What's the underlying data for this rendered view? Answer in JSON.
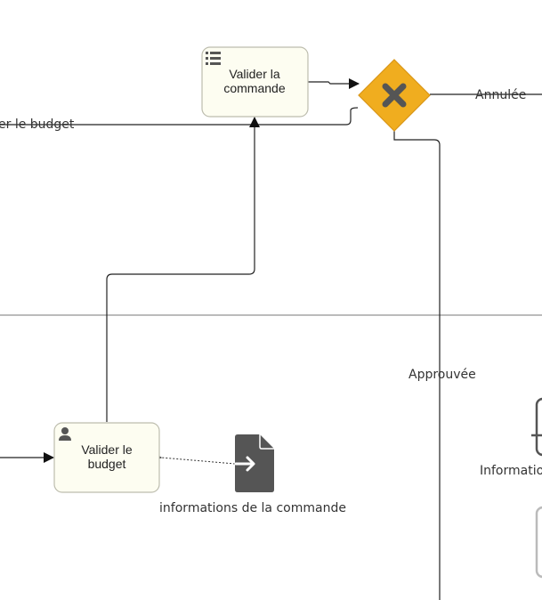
{
  "tasks": {
    "valider_commande": {
      "line1": "Valider la",
      "line2": "commande",
      "icon": "list-icon"
    },
    "valider_budget": {
      "line1": "Valider le",
      "line2": "budget",
      "icon": "user-icon"
    }
  },
  "gateway": {
    "type": "exclusive",
    "icon": "x-icon"
  },
  "flow_labels": {
    "annulee": "Annulée",
    "approuvee": "Approuvée",
    "budget_partial": "er le budget"
  },
  "data_objects": {
    "informations_commande": {
      "label": "informations de la commande",
      "icon": "data-input-icon"
    },
    "information_partial": {
      "label": "Information"
    }
  },
  "colors": {
    "task_fill": "#fdfdf1",
    "task_stroke": "#bdbdae",
    "gateway_fill": "#f0ad1f",
    "gateway_stroke": "#d99618",
    "icon_dark": "#555555",
    "lane_line": "#777777"
  }
}
